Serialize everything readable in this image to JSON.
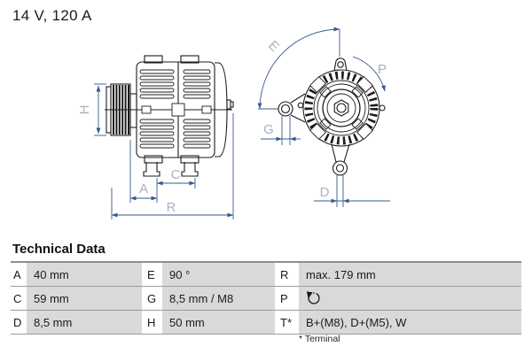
{
  "header": {
    "title": "14 V, 120 A"
  },
  "drawing": {
    "dim_labels": {
      "H": "H",
      "A": "A",
      "C": "C",
      "R": "R",
      "E": "E",
      "G": "G",
      "P": "P",
      "D": "D"
    },
    "colors": {
      "line_art": "#1c1c1c",
      "dimension_line": "#35598e",
      "dimension_label": "#a6b2c6"
    }
  },
  "table": {
    "heading": "Technical Data",
    "rows": [
      {
        "cells": [
          {
            "label": "A",
            "value": "40 mm"
          },
          {
            "label": "E",
            "value": "90 °"
          },
          {
            "label": "R",
            "value": "max. 179 mm"
          }
        ]
      },
      {
        "cells": [
          {
            "label": "C",
            "value": "59 mm"
          },
          {
            "label": "G",
            "value": "8,5 mm / M8"
          },
          {
            "label": "P",
            "value": "",
            "icon": "rotation-direction"
          }
        ]
      },
      {
        "cells": [
          {
            "label": "D",
            "value": "8,5 mm"
          },
          {
            "label": "H",
            "value": "50 mm"
          },
          {
            "label": "T*",
            "value": "B+(M8), D+(M5), W"
          }
        ]
      }
    ],
    "footnote": "* Terminal"
  }
}
